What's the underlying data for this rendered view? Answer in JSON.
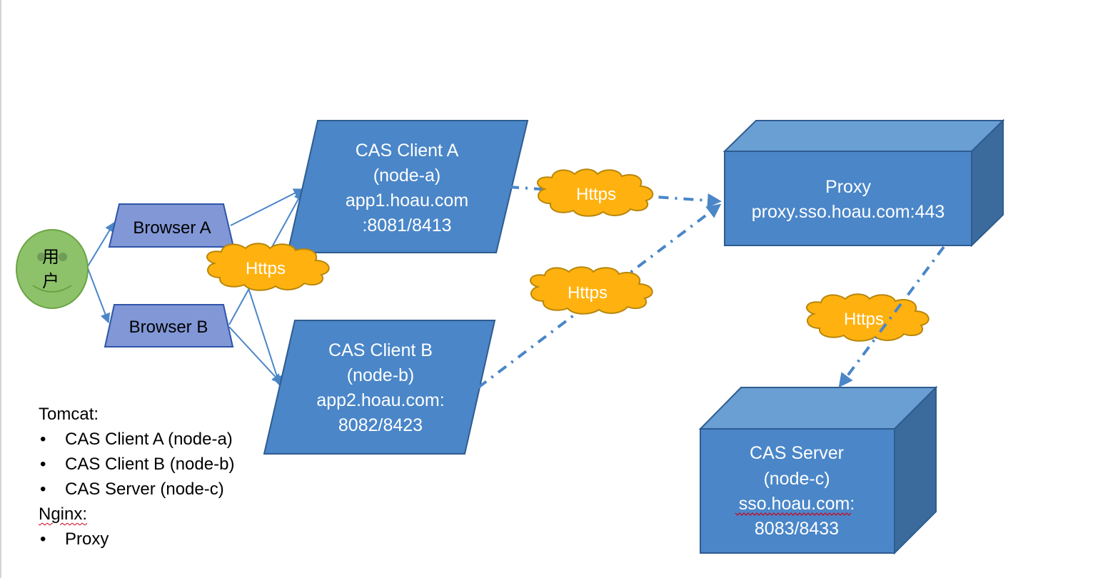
{
  "colors": {
    "node_fill": "#4a86c8",
    "node_stroke": "#2f5c8f",
    "box_top": "#6a9fd4",
    "box_side": "#3b6a9c",
    "browser_fill": "#8197d6",
    "browser_stroke": "#2f55a8",
    "cloud_fill": "#ffb20f",
    "cloud_stroke": "#b8860b",
    "user_fill": "#8dc26b",
    "user_stroke": "#6aa443",
    "connector": "#4a86c8"
  },
  "user": {
    "label_line1": "用",
    "label_line2": "户"
  },
  "browsers": [
    {
      "label": "Browser A"
    },
    {
      "label": "Browser B"
    }
  ],
  "clients": [
    {
      "lines": [
        "CAS Client A",
        "(node-a)",
        "app1.hoau.com",
        ":8081/8413"
      ]
    },
    {
      "lines": [
        "CAS Client B",
        "(node-b)",
        "app2.hoau.com:",
        "8082/8423"
      ]
    }
  ],
  "proxy": {
    "lines": [
      "Proxy",
      "proxy.sso.hoau.com:443"
    ]
  },
  "server": {
    "lines": [
      "CAS Server",
      "(node-c)",
      "sso.hoau.com:",
      "8083/8433"
    ]
  },
  "clouds": [
    {
      "label": "Https"
    },
    {
      "label": "Https"
    },
    {
      "label": "Https"
    },
    {
      "label": "Https"
    }
  ],
  "legend": {
    "tomcat_heading": "Tomcat:",
    "tomcat_items": [
      "CAS Client A (node-a)",
      "CAS Client B (node-b)",
      "CAS Server (node-c)"
    ],
    "nginx_heading": "Nginx:",
    "nginx_items": [
      "Proxy"
    ],
    "bullet": "•"
  }
}
